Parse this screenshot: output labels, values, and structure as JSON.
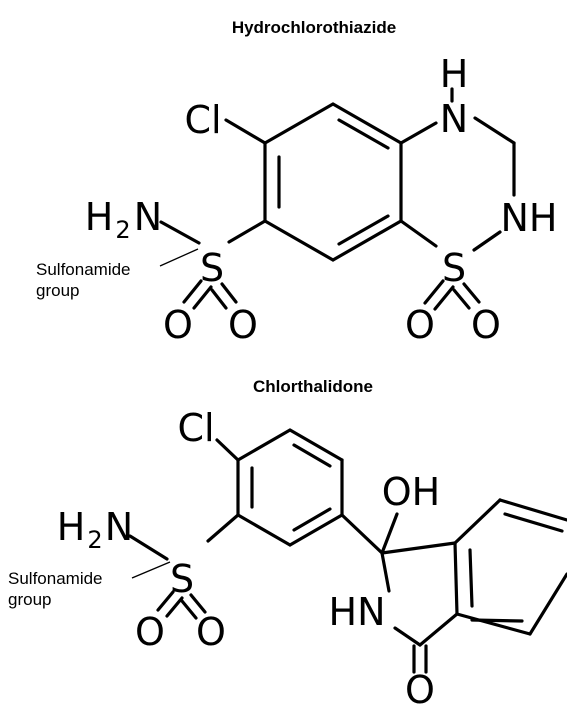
{
  "molecules": [
    {
      "title": "Hydrochlorothiazide",
      "atoms": {
        "cl": "Cl",
        "h_top": "H",
        "n_top": "N",
        "h2n_main": "H",
        "h2n_sub": "2",
        "h2n_tail": "N",
        "s_left": "S",
        "s_right": "S",
        "nh": "NH",
        "o1": "O",
        "o2": "O",
        "o3": "O",
        "o4": "O"
      },
      "annotation_line1": "Sulfonamide",
      "annotation_line2": "group"
    },
    {
      "title": "Chlorthalidone",
      "atoms": {
        "cl": "Cl",
        "h2n_main": "H",
        "h2n_sub": "2",
        "h2n_tail": "N",
        "s": "S",
        "oh": "OH",
        "hn": "HN",
        "o1": "O",
        "o2": "O",
        "o_carbonyl": "O"
      },
      "annotation_line1": "Sulfonamide",
      "annotation_line2": "group"
    }
  ],
  "colors": {
    "ink": "#000000",
    "background": "#ffffff"
  }
}
